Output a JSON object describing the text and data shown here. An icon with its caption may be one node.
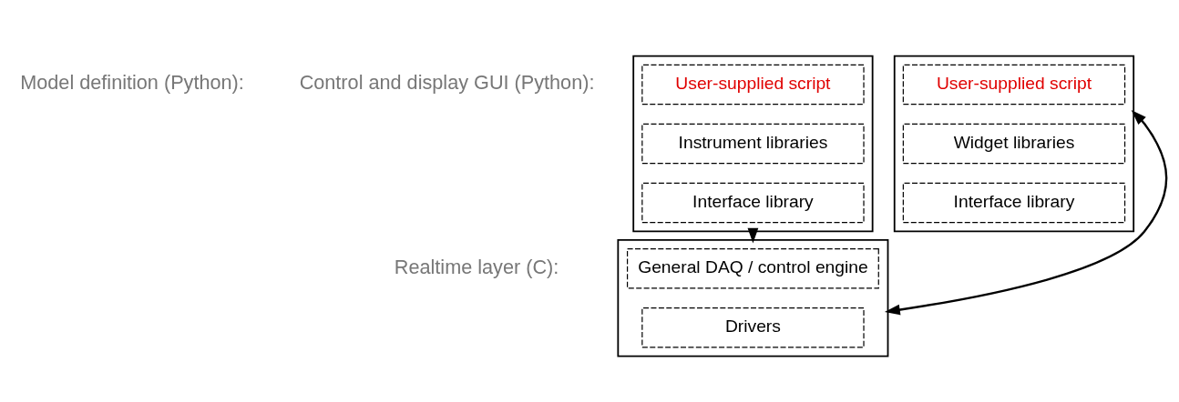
{
  "diagram": {
    "nodes": [
      {
        "text": [],
        "shape": "box"
      },
      {
        "text": [
          "User-supplied script"
        ],
        "in": 0
      },
      {
        "text": [
          "Instrument libraries"
        ],
        "in": 0
      },
      {
        "text": [
          "Interface library"
        ],
        "in": 0
      },
      {
        "text": [],
        "shape": "box"
      },
      {
        "text": [
          "User-supplied script"
        ],
        "in": 4
      },
      {
        "text": [
          "Widget libraries"
        ],
        "in": 4
      },
      {
        "text": [
          "Interface library"
        ],
        "in": 4
      },
      {
        "text": [],
        "shape": "box"
      },
      {
        "text": [
          "General DAQ / control engine"
        ],
        "in": 8
      },
      {
        "text": [
          "Drivers"
        ],
        "in": 8
      }
    ],
    "edges": [
      {
        "from": 0,
        "to": 8,
        "arrow": "to"
      },
      {
        "from": 8,
        "to": 4,
        "arrow": "both"
      }
    ],
    "labels": [
      "Model definition (Python):",
      "Control and display GUI (Python):",
      "Realtime layer (C):"
    ]
  }
}
